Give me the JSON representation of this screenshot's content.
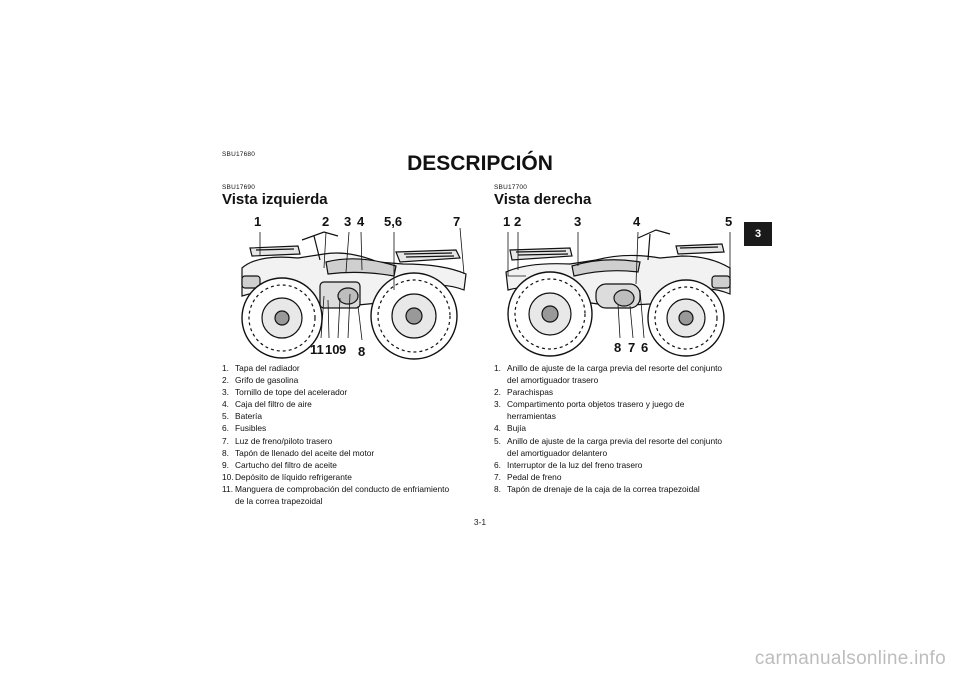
{
  "header": {
    "code": "SBU17680",
    "title": "DESCRIPCIÓN"
  },
  "side_tab": "3",
  "left": {
    "code": "SBU17690",
    "title": "Vista izquierda",
    "callouts_top": [
      "1",
      "2",
      "3",
      "4",
      "5,6",
      "7"
    ],
    "callouts_bottom": [
      "11",
      "10",
      "9",
      "8"
    ],
    "items": [
      {
        "num": "1.",
        "text": "Tapa del radiador"
      },
      {
        "num": "2.",
        "text": "Grifo de gasolina"
      },
      {
        "num": "3.",
        "text": "Tornillo de tope del acelerador"
      },
      {
        "num": "4.",
        "text": "Caja del filtro de aire"
      },
      {
        "num": "5.",
        "text": "Batería"
      },
      {
        "num": "6.",
        "text": "Fusibles"
      },
      {
        "num": "7.",
        "text": "Luz de freno/piloto trasero"
      },
      {
        "num": "8.",
        "text": "Tapón de llenado del aceite del motor"
      },
      {
        "num": "9.",
        "text": "Cartucho del filtro de aceite"
      },
      {
        "num": "10.",
        "text": "Depósito de líquido refrigerante"
      },
      {
        "num": "11.",
        "text": "Manguera de comprobación del conducto de enfriamiento",
        "text2": "de la correa trapezoidal"
      }
    ]
  },
  "right": {
    "code": "SBU17700",
    "title": "Vista derecha",
    "callouts_top": [
      "1",
      "2",
      "3",
      "4",
      "5"
    ],
    "callouts_bottom": [
      "8",
      "7",
      "6"
    ],
    "items": [
      {
        "num": "1.",
        "text": "Anillo de ajuste de la carga previa del resorte del conjunto",
        "text2": "del amortiguador trasero"
      },
      {
        "num": "2.",
        "text": "Parachispas"
      },
      {
        "num": "3.",
        "text": "Compartimento porta objetos trasero y juego de",
        "text2": "herramientas"
      },
      {
        "num": "4.",
        "text": "Bujía"
      },
      {
        "num": "5.",
        "text": "Anillo de ajuste de la carga previa del resorte del conjunto",
        "text2": "del amortiguador delantero"
      },
      {
        "num": "6.",
        "text": "Interruptor de la luz del freno trasero"
      },
      {
        "num": "7.",
        "text": "Pedal de freno"
      },
      {
        "num": "8.",
        "text": "Tapón de drenaje de la caja de la correa trapezoidal"
      }
    ]
  },
  "footer": {
    "page": "3-1"
  },
  "watermark": "carmanualsonline.info"
}
